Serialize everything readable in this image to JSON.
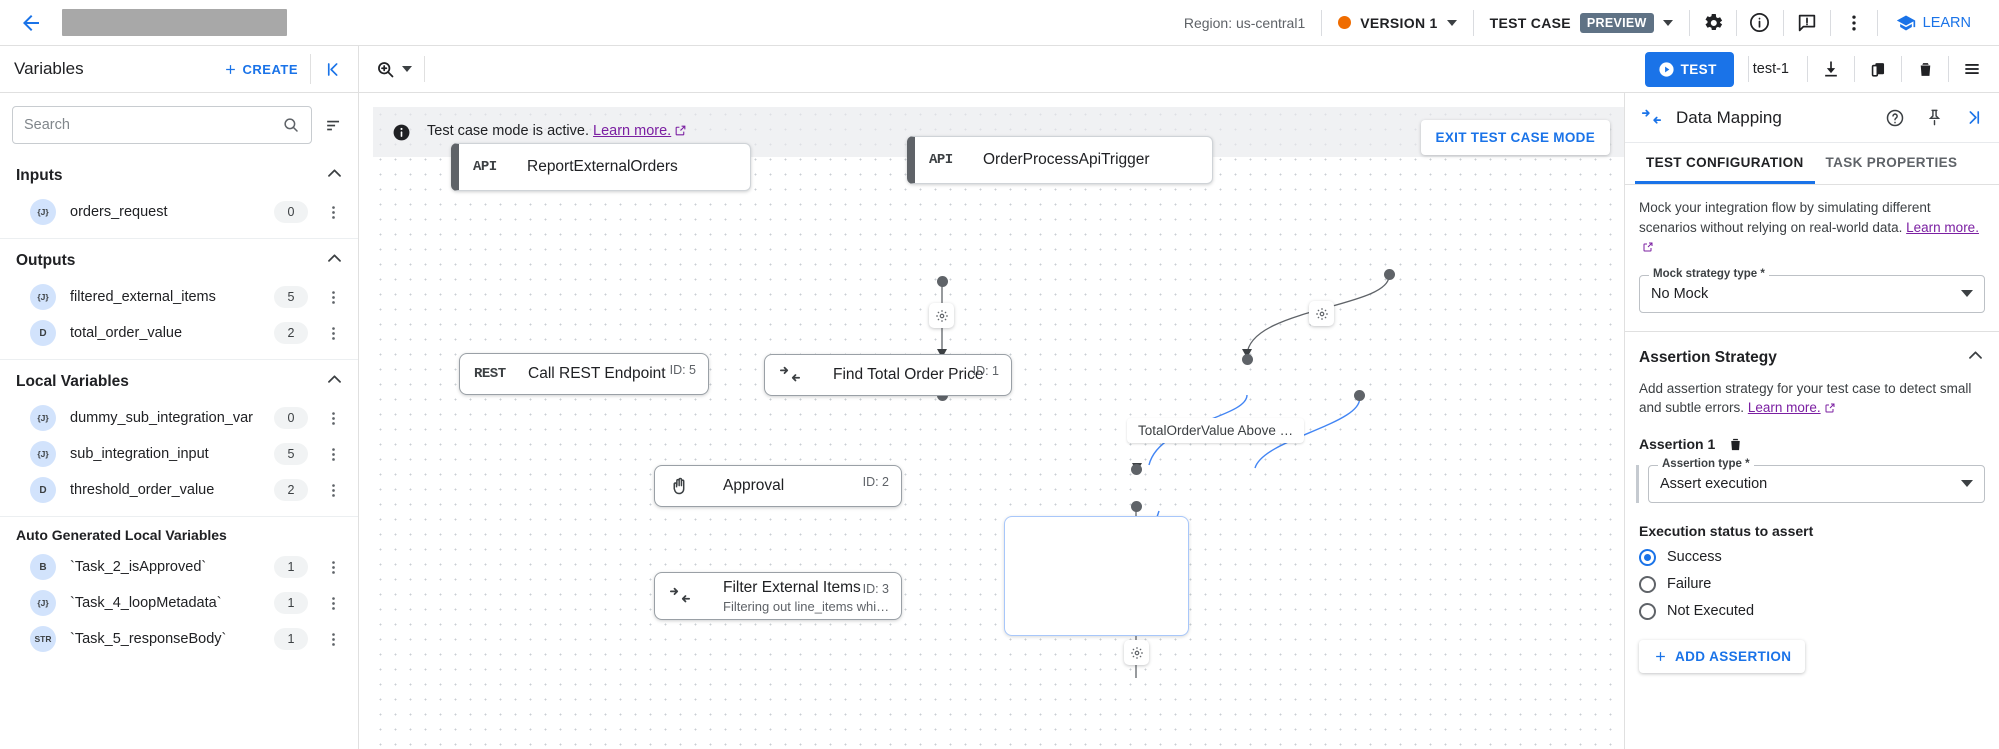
{
  "topbar": {
    "back_icon": "arrow-left-icon",
    "region_label": "Region: us-central1",
    "version_label": "VERSION 1",
    "version_dot_color": "#ef6c00",
    "testcase_label": "TEST CASE",
    "preview_badge": "PREVIEW",
    "settings_icon": "gear-icon",
    "info_icon": "info-icon",
    "feedback_icon": "feedback-icon",
    "overflow_icon": "more-vertical-icon",
    "learn_label": "LEARN",
    "accent_blue": "#1a73e8"
  },
  "secondbar": {
    "panel_title": "Variables",
    "create_label": "CREATE",
    "collapse_icon": "collapse-left-icon",
    "zoom_icon": "zoom-in-icon",
    "test_label": "TEST",
    "test_name": "test-1",
    "download_icon": "download-icon",
    "copy_icon": "copy-icon",
    "delete_icon": "trash-icon",
    "menu_icon": "list-menu-icon"
  },
  "sidebar": {
    "search": {
      "value": "",
      "placeholder": "Search"
    },
    "sort_icon": "sort-icon",
    "sections": [
      {
        "title": "Inputs",
        "expanded": true,
        "items": [
          {
            "type": "{J}",
            "name": "orders_request",
            "count": "0"
          }
        ]
      },
      {
        "title": "Outputs",
        "expanded": true,
        "items": [
          {
            "type": "{J}",
            "name": "filtered_external_items",
            "count": "5"
          },
          {
            "type": "D",
            "name": "total_order_value",
            "count": "2"
          }
        ]
      },
      {
        "title": "Local Variables",
        "expanded": true,
        "items": [
          {
            "type": "{J}",
            "name": "dummy_sub_integration_var",
            "count": "0"
          },
          {
            "type": "{J}",
            "name": "sub_integration_input",
            "count": "5"
          },
          {
            "type": "D",
            "name": "threshold_order_value",
            "count": "2"
          }
        ]
      },
      {
        "title": "Auto Generated Local Variables",
        "expanded": true,
        "sub": true,
        "items": [
          {
            "type": "B",
            "name": "`Task_2_isApproved`",
            "count": "1"
          },
          {
            "type": "{J}",
            "name": "`Task_4_loopMetadata`",
            "count": "1"
          },
          {
            "type": "STR",
            "name": "`Task_5_responseBody`",
            "count": "1"
          }
        ]
      }
    ]
  },
  "canvas": {
    "banner": {
      "icon": "info-filled-icon",
      "text": "Test case mode is active.",
      "link": "Learn more.",
      "exit_button": "EXIT TEST CASE MODE"
    },
    "nodes": [
      {
        "id": "report-external-orders",
        "tag": "API",
        "title": "ReportExternalOrders",
        "subtitle": "",
        "node_id": "",
        "kind": "trigger"
      },
      {
        "id": "order-process-api-trigger",
        "tag": "API",
        "title": "OrderProcessApiTrigger",
        "subtitle": "",
        "node_id": "",
        "kind": "trigger"
      },
      {
        "id": "call-rest-endpoint",
        "tag": "REST",
        "title": "Call REST Endpoint",
        "subtitle": "",
        "node_id": "ID: 5",
        "kind": "task"
      },
      {
        "id": "find-total-order-price",
        "tag": "mapping-icon",
        "title": "Find Total Order Price",
        "subtitle": "",
        "node_id": "ID: 1",
        "kind": "task"
      },
      {
        "id": "approval",
        "tag": "hand-icon",
        "title": "Approval",
        "subtitle": "",
        "node_id": "ID: 2",
        "kind": "task"
      },
      {
        "id": "filter-external-items",
        "tag": "mapping-icon",
        "title": "Filter External Items",
        "subtitle": "Filtering out line_items whi…",
        "node_id": "ID: 3",
        "kind": "task"
      }
    ],
    "edge_labels": [
      {
        "text": "TotalOrderValue Above …"
      }
    ]
  },
  "rightpanel": {
    "icon": "mapping-icon",
    "title": "Data Mapping",
    "help_icon": "help-circle-icon",
    "pin_icon": "pin-icon",
    "expand_icon": "expand-right-icon",
    "tabs": [
      {
        "label": "TEST CONFIGURATION",
        "active": true
      },
      {
        "label": "TASK PROPERTIES",
        "active": false
      }
    ],
    "mock": {
      "description": "Mock your integration flow by simulating different scenarios without relying on real-world data.",
      "link": "Learn more.",
      "field_label": "Mock strategy type *",
      "field_value": "No Mock"
    },
    "assertion": {
      "section_title": "Assertion Strategy",
      "description": "Add assertion strategy for your test case to detect small and subtle errors.",
      "link": "Learn more.",
      "item_label": "Assertion 1",
      "delete_icon": "trash-icon",
      "type_label": "Assertion type *",
      "type_value": "Assert execution",
      "status_label": "Execution status to assert",
      "options": [
        {
          "label": "Success",
          "selected": true
        },
        {
          "label": "Failure",
          "selected": false
        },
        {
          "label": "Not Executed",
          "selected": false
        }
      ],
      "add_label": "ADD ASSERTION"
    }
  }
}
